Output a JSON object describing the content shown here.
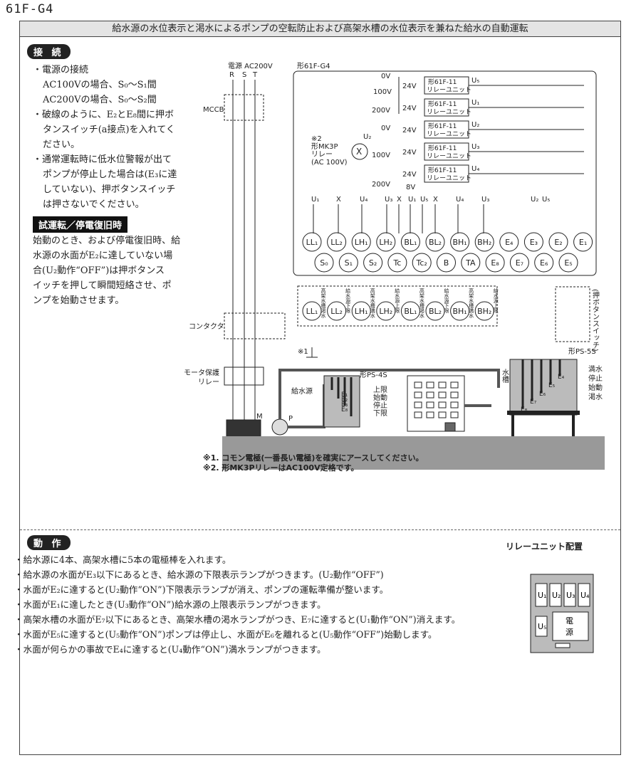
{
  "model": "61F-G4",
  "title": "給水源の水位表示と渇水によるポンプの空転防止および高架水槽の水位表示を兼ねた給水の自動運転",
  "connection": {
    "heading": "接 続",
    "lines": [
      "・電源の接続",
      "AC100Vの場合、S₀〜S₁間",
      "AC200Vの場合、S₀〜S₂間",
      "・破線のように、E₂とE₈間に押ボ",
      "タンスイッチ(a接点)を入れてく",
      "ださい。",
      "・通常運転時に低水位警報が出て",
      "ポンプが停止した場合は(E₃に達",
      "していない)、押ボタンスイッチ",
      "は押さないでください。"
    ]
  },
  "trial": {
    "heading": "試運転／停電復旧時",
    "lines": [
      "始動のとき、および停電復旧時、給",
      "水源の水面がE₂に達していない場",
      "合(U₂動作“OFF”)は押ボタンス",
      "イッチを押して瞬間短絡させ、ポ",
      "ンプを始動させます。"
    ]
  },
  "diagram": {
    "power_label": "電源 AC200V",
    "phases": [
      "R",
      "S",
      "T"
    ],
    "mccb": "MCCB",
    "contactor": "コンタクタ",
    "motor_relay": "モータ保護\nリレー",
    "motor": "M",
    "pump": "P",
    "unit_label": "形61F-G4",
    "voltages": [
      "0V",
      "100V",
      "200V"
    ],
    "mk3p_voltages": [
      "0V",
      "100V",
      "200V"
    ],
    "mk3p_label": [
      "※2",
      "形MK3P",
      "リレー",
      "(AC 100V)"
    ],
    "mk3p_coil": "X",
    "mk3p_contact": "U₂",
    "relay_units": [
      {
        "v": "24V",
        "name": "形61F-11",
        "sub": "リレーユニット",
        "id": "U₅"
      },
      {
        "v": "24V",
        "name": "形61F-11",
        "sub": "リレーユニット",
        "id": "U₁"
      },
      {
        "v": "24V",
        "name": "形61F-11",
        "sub": "リレーユニット",
        "id": "U₂"
      },
      {
        "v": "24V",
        "name": "形61F-11",
        "sub": "リレーユニット",
        "id": "U₃"
      },
      {
        "v": "24V",
        "name": "形61F-11",
        "sub": "リレーユニット",
        "id": "U₄"
      }
    ],
    "supply_8v": "8V",
    "contact_labels_left": [
      "U₁",
      "X",
      "U₄",
      "U₃",
      "X",
      "U₁",
      "U₅",
      "X",
      "U₄",
      "U₃"
    ],
    "contact_labels_right": [
      "U₂",
      "U₅"
    ],
    "terminals_row1": [
      "LL₁",
      "LL₂",
      "LH₁",
      "LH₂",
      "BL₁",
      "BL₂",
      "BH₁",
      "BH₂",
      "E₄",
      "E₃",
      "E₂",
      "E₁"
    ],
    "terminals_row2": [
      "S₀",
      "S₁",
      "S₂",
      "Tc",
      "Tc₂",
      "B",
      "TA",
      "E₈",
      "E₇",
      "E₆",
      "E₅"
    ],
    "lamp_terminals": [
      "LL₁",
      "LL₂",
      "LH₁",
      "LH₂",
      "BL₁",
      "BL₂",
      "BH₁",
      "BH₂"
    ],
    "lamp_labels": [
      "高架水槽渇水",
      "給水源下限",
      "高架水槽満水",
      "給水源上限",
      "高架水槽渇水",
      "給水源下限",
      "高架水槽満水",
      "給水源上限"
    ],
    "push_switch": "(押ボタンスイッチ)",
    "earth_note": "※1",
    "ps4s": "形PS-4S",
    "ps5s": "形PS-5S",
    "supply_source": "給水源",
    "tank": "水槽",
    "source_electrodes": [
      "E₁",
      "E₂",
      "E₃",
      "E₈"
    ],
    "source_levels": [
      "上限",
      "始動",
      "停止",
      "下限"
    ],
    "tank_electrodes": [
      "E₄",
      "E₅",
      "E₆",
      "E₇",
      "E₈"
    ],
    "tank_levels": [
      "満水",
      "停止",
      "始動",
      "渇水"
    ]
  },
  "notes": [
    "※1. コモン電極(一番長い電極)を確実にアースしてください。",
    "※2. 形MK3PリレーはAC100V定格です。"
  ],
  "action": {
    "heading": "動 作",
    "lines": [
      "・給水源に4本、高架水槽に5本の電極棒を入れます。",
      "・給水源の水面がE₃以下にあるとき、給水源の下限表示ランプがつきます。(U₂動作“OFF”)",
      "・水面がE₂に達すると(U₂動作“ON”)下限表示ランプが消え、ポンプの運転準備が整います。",
      "・水面がE₁に達したとき(U₃動作“ON”)給水源の上限表示ランプがつきます。",
      "・高架水槽の水面がE₇以下にあるとき、高架水槽の渇水ランプがつき、E₇に達すると(U₁動作“ON”)消えます。",
      "・水面がE₅に達すると(U₅動作“ON”)ポンプは停止し、水面がE₆を離れると(U₅動作“OFF”)始動します。",
      "・水面が何らかの事故でE₄に達すると(U₄動作“ON”)満水ランプがつきます。"
    ]
  },
  "relay_layout": {
    "caption": "リレーユニット配置",
    "top": [
      "U₁",
      "U₂",
      "U₃",
      "U₄"
    ],
    "bottom": "U₅",
    "power": "電\n源"
  }
}
